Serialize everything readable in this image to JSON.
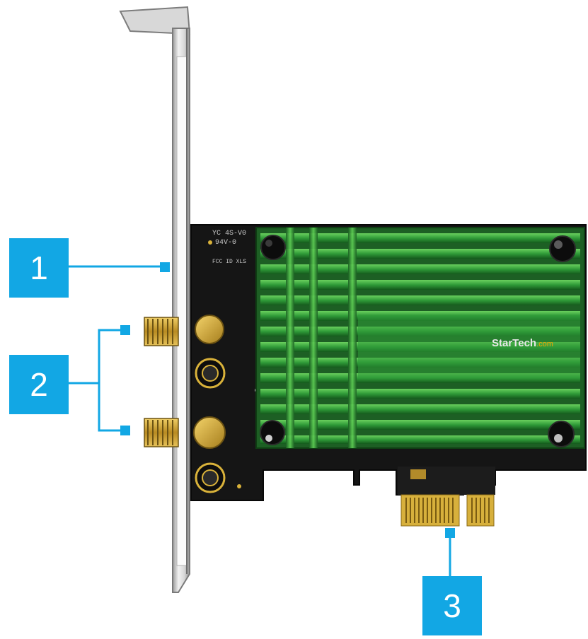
{
  "callouts": [
    {
      "number": "1"
    },
    {
      "number": "2"
    },
    {
      "number": "3"
    }
  ],
  "card": {
    "brand_name": "StarTech",
    "brand_suffix": ".com",
    "silkscreen": [
      "YC 4S-V0",
      "94V-0",
      "FCC ID XLS"
    ]
  },
  "colors": {
    "accent": "#12a7e4",
    "pcb": "#151515",
    "heatsink": "#2e8f3a",
    "gold": "#d9b23a",
    "bracket": "#cfcfcf"
  }
}
